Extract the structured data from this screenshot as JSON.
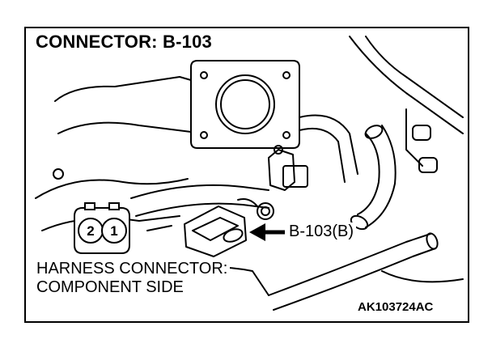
{
  "title": "CONNECTOR: B-103",
  "callout_label": "B-103(B)",
  "harness_line1": "HARNESS CONNECTOR:",
  "harness_line2": "COMPONENT SIDE",
  "figure_code": "AK103724AC",
  "pins": [
    {
      "number": "2"
    },
    {
      "number": "1"
    }
  ],
  "colors": {
    "ink": "#000000",
    "paper": "#ffffff"
  }
}
